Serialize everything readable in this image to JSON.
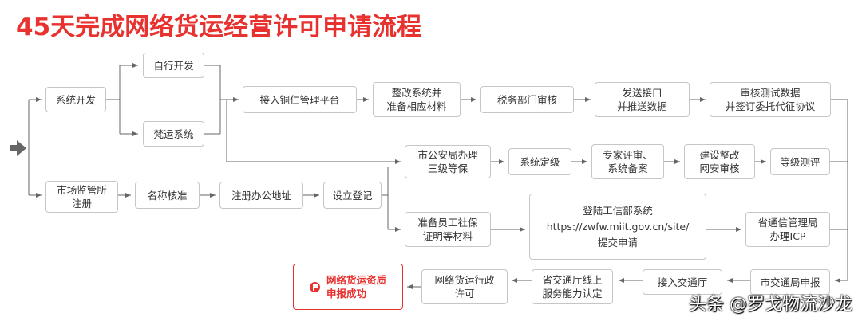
{
  "title": "45天完成网络货运经营许可申请流程",
  "nodes": {
    "sys_dev": "系统开发",
    "self_dev": "自行开发",
    "fanyun": "梵运系统",
    "tongren": "接入铜仁管理平台",
    "rectify": "整改系统并\n准备相应材料",
    "tax": "税务部门审核",
    "send_api": "发送接口\n并推送数据",
    "review_test": "审核测试数据\n并签订委托代征协议",
    "market": "市场监管所\n注册",
    "name_check": "名称核准",
    "reg_addr": "注册办公地址",
    "setup_reg": "设立登记",
    "police": "市公安局办理\n三级等保",
    "grading": "系统定级",
    "expert": "专家评审、\n系统备案",
    "net_security": "建设整改\n网安审核",
    "level_eval": "等级测评",
    "social": "准备员工社保\n证明等材料",
    "miit": "登陆工信部系统\nhttps://zwfw.miit.gov.cn/site/\n提交申请",
    "icp": "省通信管理局\n办理ICP",
    "city_transport": "市交通局申报",
    "province_transport": "接入交通厅",
    "capability": "省交通厅线上\n服务能力认定",
    "permit": "网络货运行政\n许可",
    "success": "网络货运资质\n申报成功"
  },
  "watermark": "头条 @罗戈物流沙龙",
  "colors": {
    "accent": "#e8322f",
    "line": "#666666",
    "border": "#c6c6c6"
  },
  "icons": {
    "start": "arrow-right-icon",
    "success": "flag-icon"
  }
}
